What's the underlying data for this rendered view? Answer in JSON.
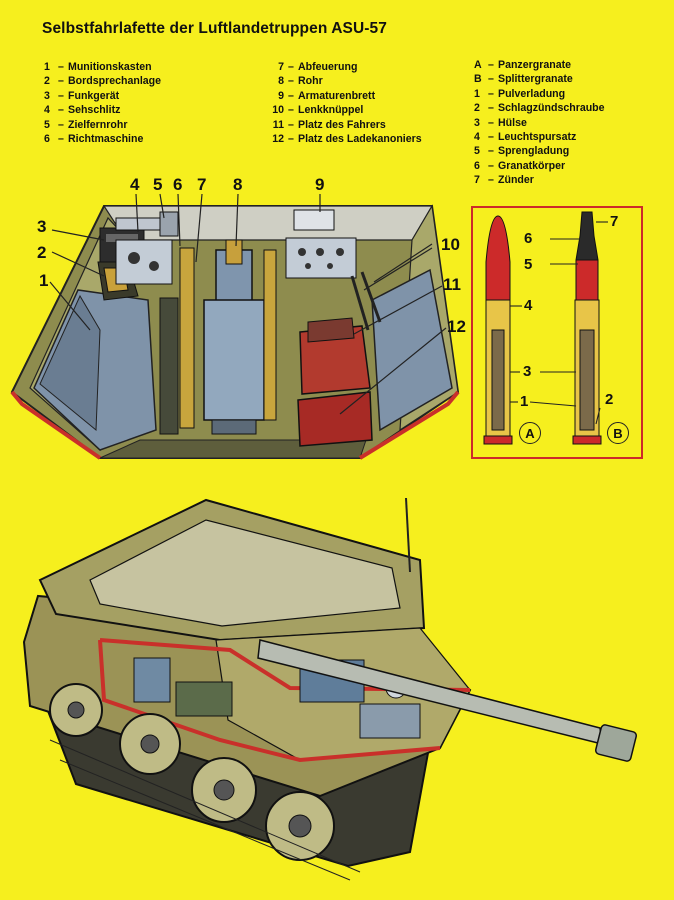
{
  "title": "Selbstfahrlafette der Luftlandetruppen ASU-57",
  "legend_left": [
    {
      "key": "1",
      "label": "Munitionskasten"
    },
    {
      "key": "2",
      "label": "Bordsprechanlage"
    },
    {
      "key": "3",
      "label": "Funkgerät"
    },
    {
      "key": "4",
      "label": "Sehschlitz"
    },
    {
      "key": "5",
      "label": "Zielfernrohr"
    },
    {
      "key": "6",
      "label": "Richtmaschine"
    }
  ],
  "legend_mid": [
    {
      "key": "7",
      "label": "Abfeuerung"
    },
    {
      "key": "8",
      "label": "Rohr"
    },
    {
      "key": "9",
      "label": "Armaturenbrett"
    },
    {
      "key": "10",
      "label": "Lenkknüppel"
    },
    {
      "key": "11",
      "label": "Platz des Fahrers"
    },
    {
      "key": "12",
      "label": "Platz des Ladekanoniers"
    }
  ],
  "legend_right": [
    {
      "key": "A",
      "label": "Panzergranate"
    },
    {
      "key": "B",
      "label": "Splittergranate"
    },
    {
      "key": "1",
      "label": "Pulverladung"
    },
    {
      "key": "2",
      "label": "Schlagzündschraube"
    },
    {
      "key": "3",
      "label": "Hülse"
    },
    {
      "key": "4",
      "label": "Leuchtspursatz"
    },
    {
      "key": "5",
      "label": "Sprengladung"
    },
    {
      "key": "6",
      "label": "Granatkörper"
    },
    {
      "key": "7",
      "label": "Zünder"
    }
  ],
  "legend_dash": "–",
  "interior_callouts": [
    "1",
    "2",
    "3",
    "4",
    "5",
    "6",
    "7",
    "8",
    "9",
    "10",
    "11",
    "12"
  ],
  "shell_callouts": [
    "7",
    "6",
    "5",
    "4",
    "3",
    "1",
    "2"
  ],
  "shell_labels": {
    "a": "A",
    "b": "B"
  },
  "colors": {
    "background": "#f6ef1e",
    "hull_olive": "#8c8a4e",
    "interior_grey": "#7d8fa6",
    "cutaway_red": "#c9302a",
    "shell_brass": "#e8c548"
  }
}
